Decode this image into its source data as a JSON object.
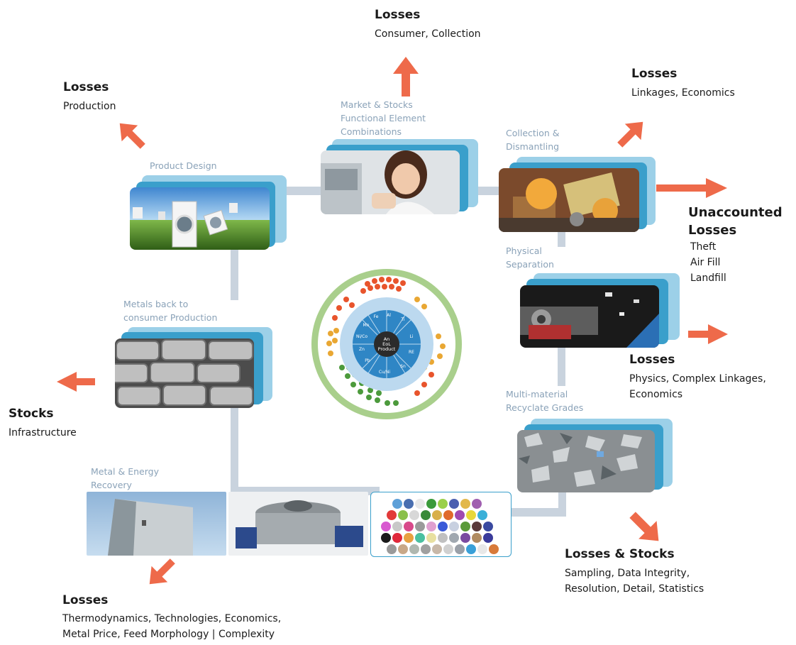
{
  "losses": {
    "top": {
      "title": "Losses",
      "text": "Consumer, Collection"
    },
    "production": {
      "title": "Losses",
      "text": "Production"
    },
    "linkages": {
      "title": "Losses",
      "text": "Linkages, Economics"
    },
    "unaccounted": {
      "title_line1": "Unaccounted",
      "title_line2": "Losses",
      "items": [
        "Theft",
        "Air Fill",
        "Landfill"
      ]
    },
    "physics": {
      "title": "Losses",
      "line1": "Physics, Complex Linkages,",
      "line2": "Economics"
    },
    "stocks_infra": {
      "title": "Stocks",
      "text": "Infrastructure"
    },
    "losses_stocks": {
      "title": "Losses & Stocks",
      "line1": "Sampling, Data Integrity,",
      "line2": "Resolution, Detail, Statistics"
    },
    "thermo": {
      "title": "Losses",
      "line1": "Thermodynamics, Technologies, Economics,",
      "line2": "Metal Price, Feed Morphology | Complexity"
    }
  },
  "stages": {
    "market": {
      "line1": "Market & Stocks",
      "line2": "Functional Element",
      "line3": "Combinations"
    },
    "design": {
      "line1": "Product Design"
    },
    "collection": {
      "line1": "Collection &",
      "line2": "Dismantling"
    },
    "physical": {
      "line1": "Physical",
      "line2": "Separation"
    },
    "metals": {
      "line1": "Metals back to",
      "line2": "consumer Production"
    },
    "recyclate": {
      "line1": "Multi-material",
      "line2": "Recyclate Grades"
    },
    "energy": {
      "line1": "Metal & Energy",
      "line2": "Recovery"
    }
  },
  "wheel": {
    "center_line1": "An",
    "center_line2": "EoL",
    "center_line3": "Product",
    "inner_elements": [
      "Fe",
      "Al",
      "Ti",
      "Li",
      "RE",
      "Sn",
      "Cu/Ni",
      "Pb",
      "Zn",
      "Ni/Co",
      "Mn"
    ]
  },
  "colors": {
    "arrow": "#ee6a4a",
    "card_light": "#9cd0e8",
    "card_dark": "#3a9fcb",
    "connector": "#c9d3de",
    "label": "#8aa2b8"
  }
}
